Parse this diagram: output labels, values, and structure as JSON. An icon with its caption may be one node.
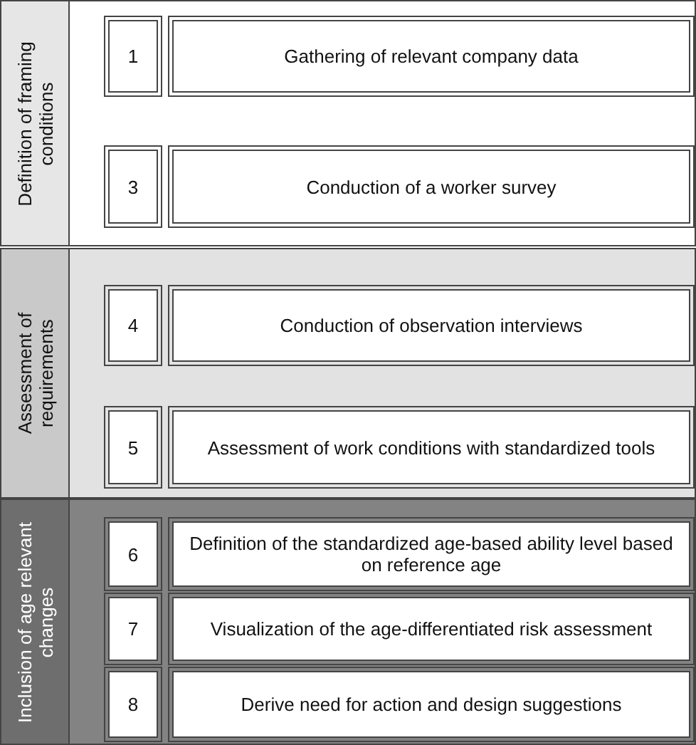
{
  "diagram": {
    "nodes": [
      {
        "text": [
          "Definition of framing conditions"
        ]
      },
      {
        "text": [
          "1"
        ],
        "in": 0
      },
      {
        "text": [
          "Gathering of relevant company data"
        ],
        "in": 0
      },
      {
        "text": [
          "3"
        ],
        "in": 0
      },
      {
        "text": [
          "Conduction of a worker survey"
        ],
        "in": 0
      },
      {
        "text": [
          "Assessment of requirements"
        ]
      },
      {
        "text": [
          "4"
        ],
        "in": 5
      },
      {
        "text": [
          "Conduction of observation interviews"
        ],
        "in": 5
      },
      {
        "text": [
          "5"
        ],
        "in": 5
      },
      {
        "text": [
          "Assessment of work conditions with standardized tools"
        ],
        "in": 5
      },
      {
        "text": [
          "Inclusion of age relevant changes"
        ]
      },
      {
        "text": [
          "6"
        ],
        "in": 10
      },
      {
        "text": [
          "Definition of the standardized age-based ability level based on reference age"
        ],
        "in": 10
      },
      {
        "text": [
          "7"
        ],
        "in": 10
      },
      {
        "text": [
          "Visualization of the age-differentiated risk assessment"
        ],
        "in": 10
      },
      {
        "text": [
          "8"
        ],
        "in": 10
      },
      {
        "text": [
          "Derive need for action and design suggestions"
        ],
        "in": 10
      }
    ]
  }
}
